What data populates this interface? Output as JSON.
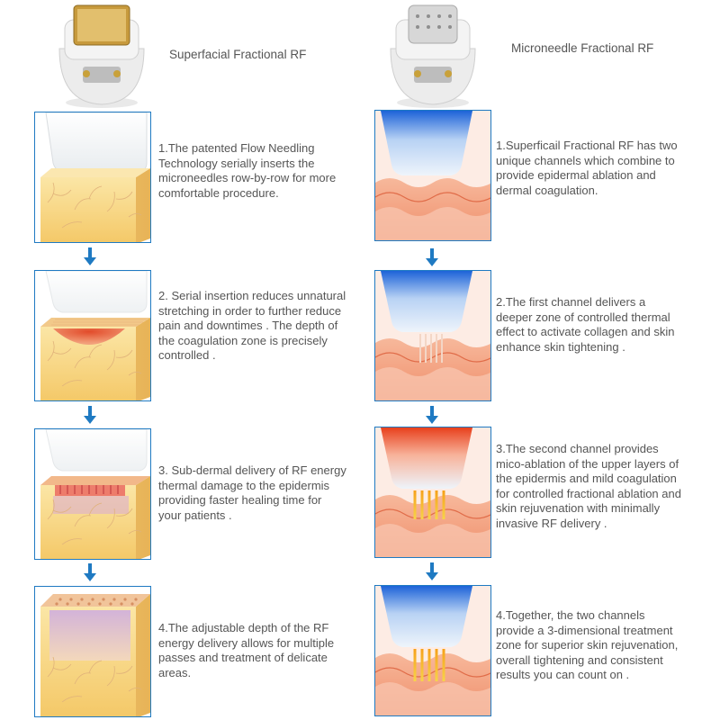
{
  "colors": {
    "border": "#1f7ac2",
    "arrow": "#1f7ac2",
    "text": "#555555"
  },
  "left": {
    "title": "Superfacial Fractional RF",
    "steps": [
      "1.The patented Flow Needling Technology serially inserts the microneedles row-by-row for more comfortable procedure.",
      "2. Serial insertion reduces unnatural stretching in order to further reduce pain and downtimes . The depth of the coagulation zone is precisely controlled .",
      "3. Sub-dermal delivery of RF energy thermal damage to the epidermis providing faster healing time for your patients .",
      "4.The adjustable depth of the RF energy delivery allows for multiple passes and treatment of delicate areas."
    ]
  },
  "right": {
    "title": "Microneedle Fractional RF",
    "steps": [
      "1.Superficail Fractional RF has two unique channels which combine to provide epidermal ablation and dermal coagulation.",
      "2.The first channel delivers a deeper zone of controlled thermal effect to activate collagen and skin enhance skin tightening .",
      "3.The second channel provides mico-ablation of the upper layers of the epidermis and mild coagulation for controlled fractional ablation and skin rejuvenation with minimally invasive RF delivery .",
      "4.Together, the two channels provide a 3-dimensional treatment zone for superior skin rejuvenation, overall tightening and consistent results you can count on ."
    ]
  }
}
